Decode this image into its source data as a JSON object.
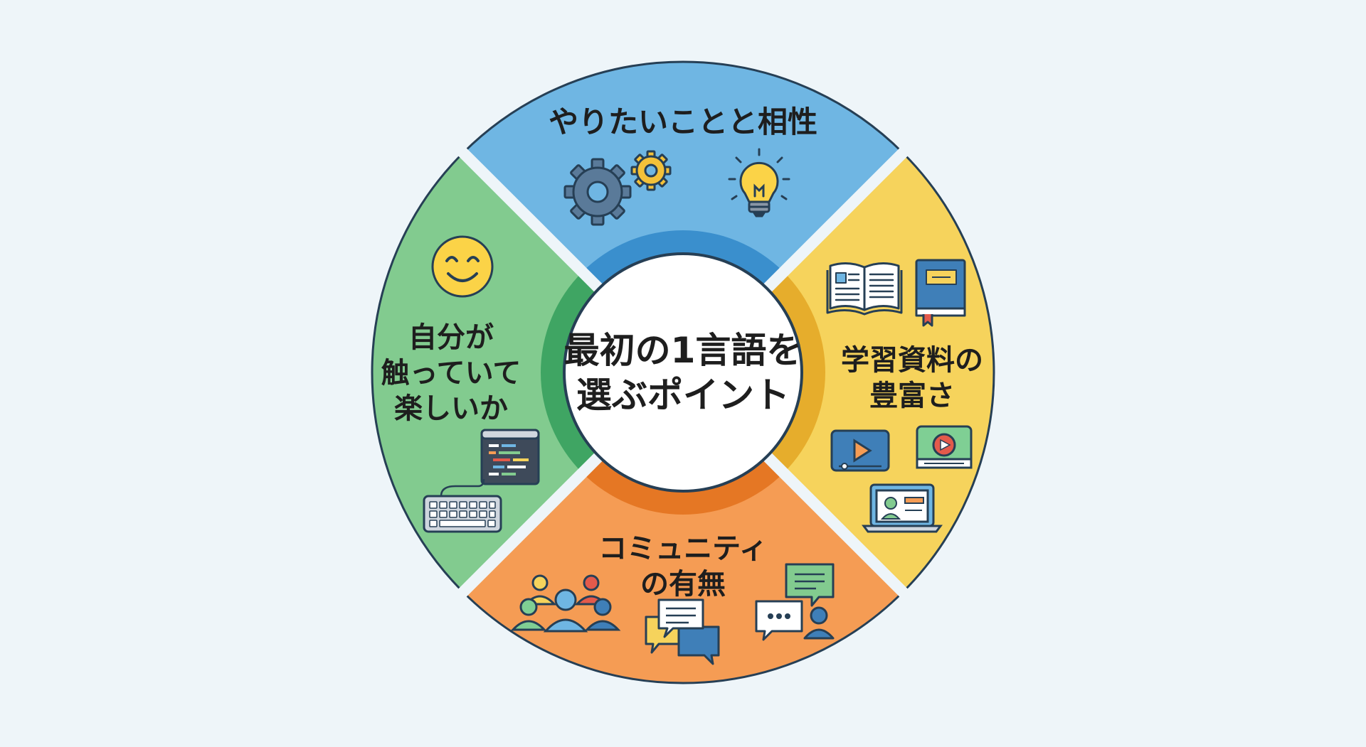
{
  "center": {
    "line1": "最初の1言語を",
    "line2": "選ぶポイント"
  },
  "segments": {
    "top": {
      "label": "やりたいことと相性",
      "color": "#6fb6e3",
      "ring_color": "#3a8fcd",
      "icons": [
        "gears-icon",
        "lightbulb-icon"
      ]
    },
    "right": {
      "label_line1": "学習資料の",
      "label_line2": "豊富さ",
      "color": "#f6d35c",
      "ring_color": "#e6ad2c",
      "icons": [
        "open-book-icon",
        "closed-book-icon",
        "video-player-icon",
        "video-player-icon",
        "online-lesson-laptop-icon"
      ]
    },
    "bottom": {
      "label_line1": "コミュニティ",
      "label_line2": "の有無",
      "color": "#f59c54",
      "ring_color": "#e57724",
      "icons": [
        "people-group-icon",
        "speech-bubbles-icon",
        "chat-bubble-icon",
        "chat-user-icon"
      ]
    },
    "left": {
      "label_line1": "自分が",
      "label_line2": "触っていて",
      "label_line3": "楽しいか",
      "color": "#82cb8f",
      "ring_color": "#3fa563",
      "icons": [
        "smiley-face-icon",
        "code-editor-icon",
        "keyboard-icon"
      ]
    }
  },
  "colors": {
    "background": "#eef5f9",
    "outline": "#263f55",
    "center_fill": "#ffffff"
  }
}
